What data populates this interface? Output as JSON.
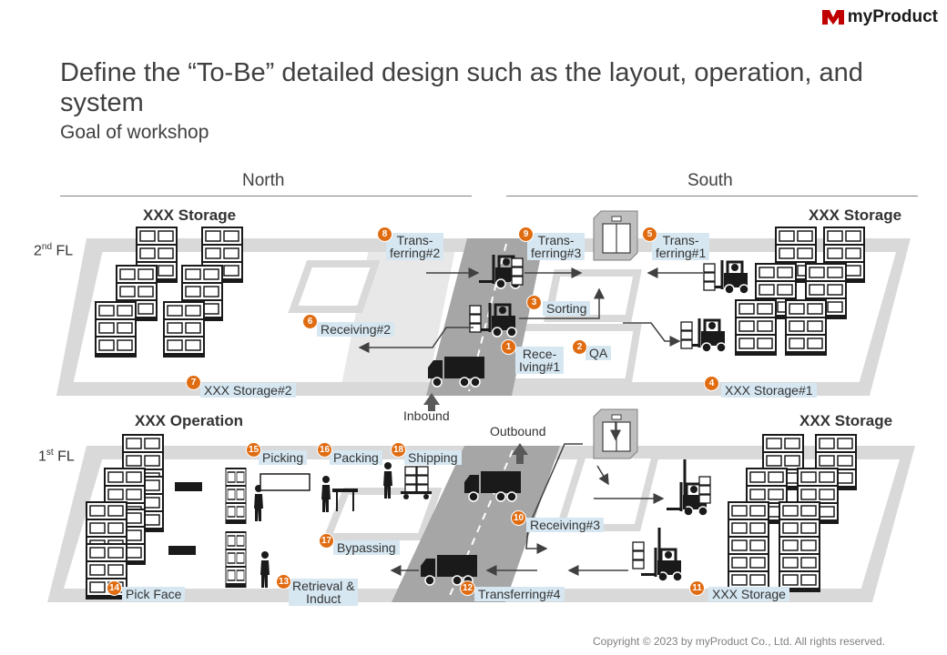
{
  "header": {
    "title": "Define the “To-Be” detailed design such as the layout, operation, and system",
    "subtitle": "Goal of workshop",
    "logo_text": "myProduct",
    "logo_icon": "brand-mark-icon",
    "brand_color": "#c00000"
  },
  "regions": {
    "north": "North",
    "south": "South"
  },
  "floors": {
    "second": "2",
    "second_sup": "nd",
    "first": "1",
    "first_sup": "st",
    "suffix": " FL"
  },
  "sections": {
    "storage_2f_north": "XXX Storage",
    "storage_2f_south": "XXX Storage",
    "operation_1f_north": "XXX Operation",
    "storage_1f_south": "XXX Storage"
  },
  "flows": {
    "inbound": "Inbound",
    "outbound": "Outbound"
  },
  "steps": [
    {
      "num": "1",
      "label": "Rece-\nIving#1"
    },
    {
      "num": "2",
      "label": "QA"
    },
    {
      "num": "3",
      "label": "Sorting"
    },
    {
      "num": "4",
      "label": "XXX Storage#1"
    },
    {
      "num": "5",
      "label": "Trans-\nferring#1"
    },
    {
      "num": "6",
      "label": "Receiving#2"
    },
    {
      "num": "7",
      "label": "XXX Storage#2"
    },
    {
      "num": "8",
      "label": "Trans-\nferring#2"
    },
    {
      "num": "9",
      "label": "Trans-\nferring#3"
    },
    {
      "num": "10",
      "label": "Receiving#3"
    },
    {
      "num": "11",
      "label": "XXX Storage"
    },
    {
      "num": "12",
      "label": "Transferring#4"
    },
    {
      "num": "13",
      "label": "Retrieval &\nInduct"
    },
    {
      "num": "14",
      "label": "Pick Face"
    },
    {
      "num": "15",
      "label": "Picking"
    },
    {
      "num": "16",
      "label": "Packing"
    },
    {
      "num": "17",
      "label": "Bypassing"
    },
    {
      "num": "18",
      "label": "Shipping"
    }
  ],
  "colors": {
    "badge": "#e06c12",
    "label_bg": "#d6e7f1",
    "floor_plate": "#d9d9d9",
    "road": "#a6a6a6"
  },
  "footer": {
    "copyright": "Copyright © 2023 by myProduct Co., Ltd.  All rights reserved."
  }
}
